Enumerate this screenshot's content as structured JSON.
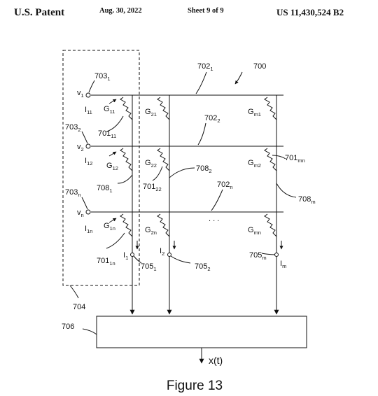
{
  "header": {
    "patent_label": "U.S. Patent",
    "date": "Aug. 30, 2022",
    "sheet": "Sheet 9 of 9",
    "patent_number": "US 11,430,524 B2"
  },
  "figure": {
    "caption": "Figure 13",
    "labels": {
      "array": "700",
      "row_line_1": "702",
      "row_line_1_sub": "1",
      "row_line_2": "702",
      "row_line_2_sub": "2",
      "row_line_n": "702",
      "row_line_n_sub": "n",
      "input_1": "703",
      "input_1_sub": "1",
      "input_2": "703",
      "input_2_sub": "2",
      "input_n": "703",
      "input_n_sub": "n",
      "v1": "v",
      "v1_sub": "1",
      "v2": "v",
      "v2_sub": "2",
      "vn": "v",
      "vn_sub": "n",
      "i11": "I",
      "i11_sub": "11",
      "i12": "I",
      "i12_sub": "12",
      "i1n": "I",
      "i1n_sub": "1n",
      "g11": "G",
      "g11_sub": "11",
      "g21": "G",
      "g21_sub": "21",
      "gm1": "G",
      "gm1_sub": "m1",
      "g12": "G",
      "g12_sub": "12",
      "g22": "G",
      "g22_sub": "22",
      "gm2": "G",
      "gm2_sub": "m2",
      "g1n": "G",
      "g1n_sub": "1n",
      "g2n": "G",
      "g2n_sub": "2n",
      "gmn": "G",
      "gmn_sub": "mn",
      "mem_11": "701",
      "mem_11_sub": "11",
      "mem_22": "701",
      "mem_22_sub": "22",
      "mem_1n": "701",
      "mem_1n_sub": "1n",
      "mem_mn": "701",
      "mem_mn_sub": "mn",
      "col_line_1": "708",
      "col_line_1_sub": "1",
      "col_line_2": "708",
      "col_line_2_sub": "2",
      "col_line_m": "708",
      "col_line_m_sub": "m",
      "out_1": "705",
      "out_1_sub": "1",
      "out_2": "705",
      "out_2_sub": "2",
      "out_m": "705",
      "out_m_sub": "m",
      "cur_1": "I",
      "cur_1_sub": "1",
      "cur_2": "I",
      "cur_2_sub": "2",
      "cur_m": "I",
      "cur_m_sub": "m",
      "input_box": "704",
      "processor": "706",
      "output": "x(t)",
      "ellipsis": ". . ."
    }
  }
}
